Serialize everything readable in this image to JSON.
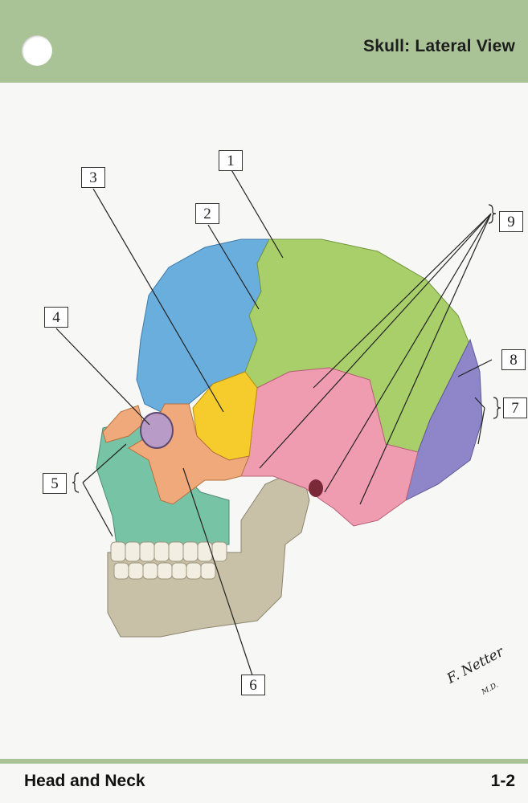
{
  "header": {
    "title": "Skull: Lateral View"
  },
  "diagram": {
    "labels": [
      "1",
      "2",
      "3",
      "4",
      "5",
      "6",
      "7",
      "8",
      "9"
    ]
  },
  "signature": {
    "name": "F. Netter",
    "suffix": "M.D."
  },
  "footer": {
    "section": "Head and Neck",
    "card_number": "1-2"
  },
  "colors": {
    "header_band": "#a9c296",
    "frontal": "#6aaedd",
    "parietal": "#a9cf6a",
    "temporal": "#ef9cb0",
    "sphenoid": "#f5cc2c",
    "zygomatic": "#f0a97a",
    "maxilla": "#77c3a6",
    "occipital": "#8e86c9",
    "mandible": "#c8c1a7"
  }
}
